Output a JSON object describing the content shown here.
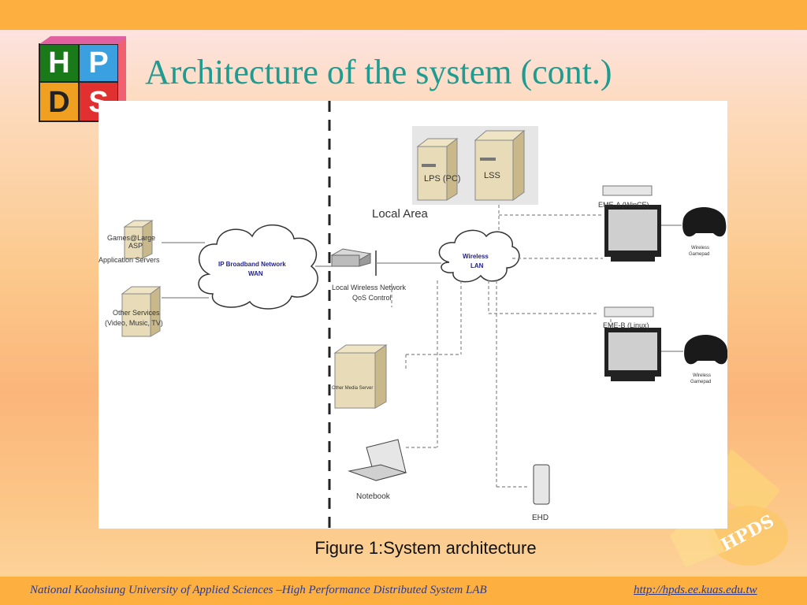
{
  "slide": {
    "title": "Architecture of the system (cont.)",
    "caption": "Figure 1:System architecture",
    "footer_text": "National Kaohsiung University of  Applied Sciences –High Performance Distributed System LAB",
    "footer_link": "http://hpds.ee.kuas.edu.tw",
    "watermark_text": "HPDS"
  },
  "logo": {
    "letters": [
      "H",
      "P",
      "D",
      "S"
    ]
  },
  "diagram": {
    "local_area_label": "Local Area",
    "game_server_label_1": "Games@Large",
    "game_server_label_2": "ASP",
    "game_server_label_3": "Application Servers",
    "other_services_label_1": "Other Services",
    "other_services_label_2": "(Video, Music, TV)",
    "wan_label_1": "IP Broadband Network",
    "wan_label_2": "WAN",
    "router_label_1": "Local Wireless Network",
    "router_label_2": "QoS Control",
    "lan_label_1": "Wireless",
    "lan_label_2": "LAN",
    "lps_label": "LPS (PC)",
    "lss_label": "LSS",
    "eme_a_label": "EME-A (WinCE)",
    "eme_b_label": "EME-B (Linux)",
    "gamepad_label_1": "Wireless",
    "gamepad_label_2": "Gamepad",
    "media_server_label": "Other Media Server",
    "notebook_label": "Notebook",
    "ehd_label": "EHD"
  },
  "colors": {
    "title": "#1f9b90",
    "footer": "#2b3a8f",
    "bar": "#fdb040"
  }
}
